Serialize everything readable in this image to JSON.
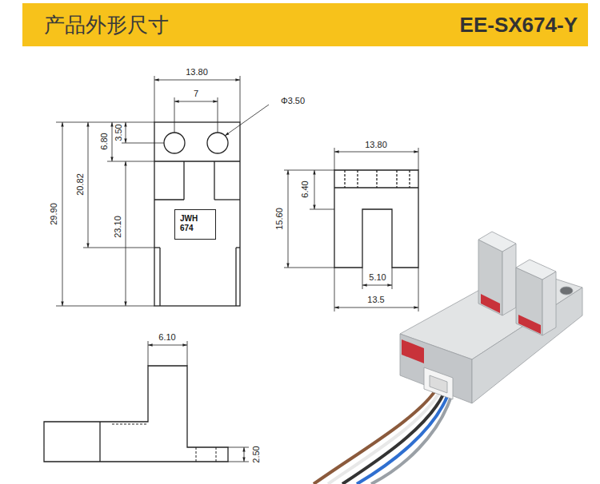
{
  "diagram": {
    "title": "产品外形尺寸",
    "nodes": [
      {
        "text": [
          "JWH",
          "674"
        ]
      }
    ],
    "labels": [
      "EE-SX674-Y",
      "13.80",
      "7",
      "Φ3.50",
      "6.80",
      "3.50",
      "20.82",
      "29.90",
      "23.10",
      "13.80",
      "6.40",
      "15.60",
      "5.10",
      "13.5",
      "6.10",
      "2.50"
    ]
  }
}
